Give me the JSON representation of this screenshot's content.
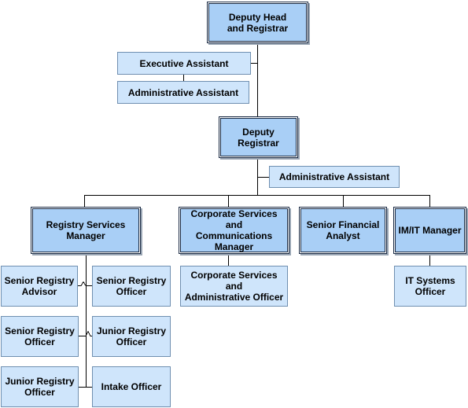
{
  "colors": {
    "primary_fill": "#a9cff6",
    "secondary_fill": "#cfe5fb",
    "line": "#000000"
  },
  "nodes": {
    "deputy_head": "Deputy Head\nand Registrar",
    "exec_assistant": "Executive Assistant",
    "admin_assistant_1": "Administrative Assistant",
    "deputy_registrar": "Deputy\nRegistrar",
    "admin_assistant_2": "Administrative Assistant",
    "registry_services_manager": "Registry Services\nManager",
    "corporate_services_manager": "Corporate Services and\nCommunications\nManager",
    "senior_financial_analyst": "Senior Financial\nAnalyst",
    "imit_manager": "IM/IT Manager",
    "senior_registry_advisor": "Senior Registry\nAdvisor",
    "senior_registry_officer_right": "Senior Registry\nOfficer",
    "senior_registry_officer_left": "Senior Registry\nOfficer",
    "junior_registry_officer_right": "Junior Registry\nOfficer",
    "junior_registry_officer_left": "Junior Registry\nOfficer",
    "intake_officer": "Intake Officer",
    "corporate_admin_officer": "Corporate Services and\nAdministrative Officer",
    "it_systems_officer": "IT Systems\nOfficer"
  }
}
